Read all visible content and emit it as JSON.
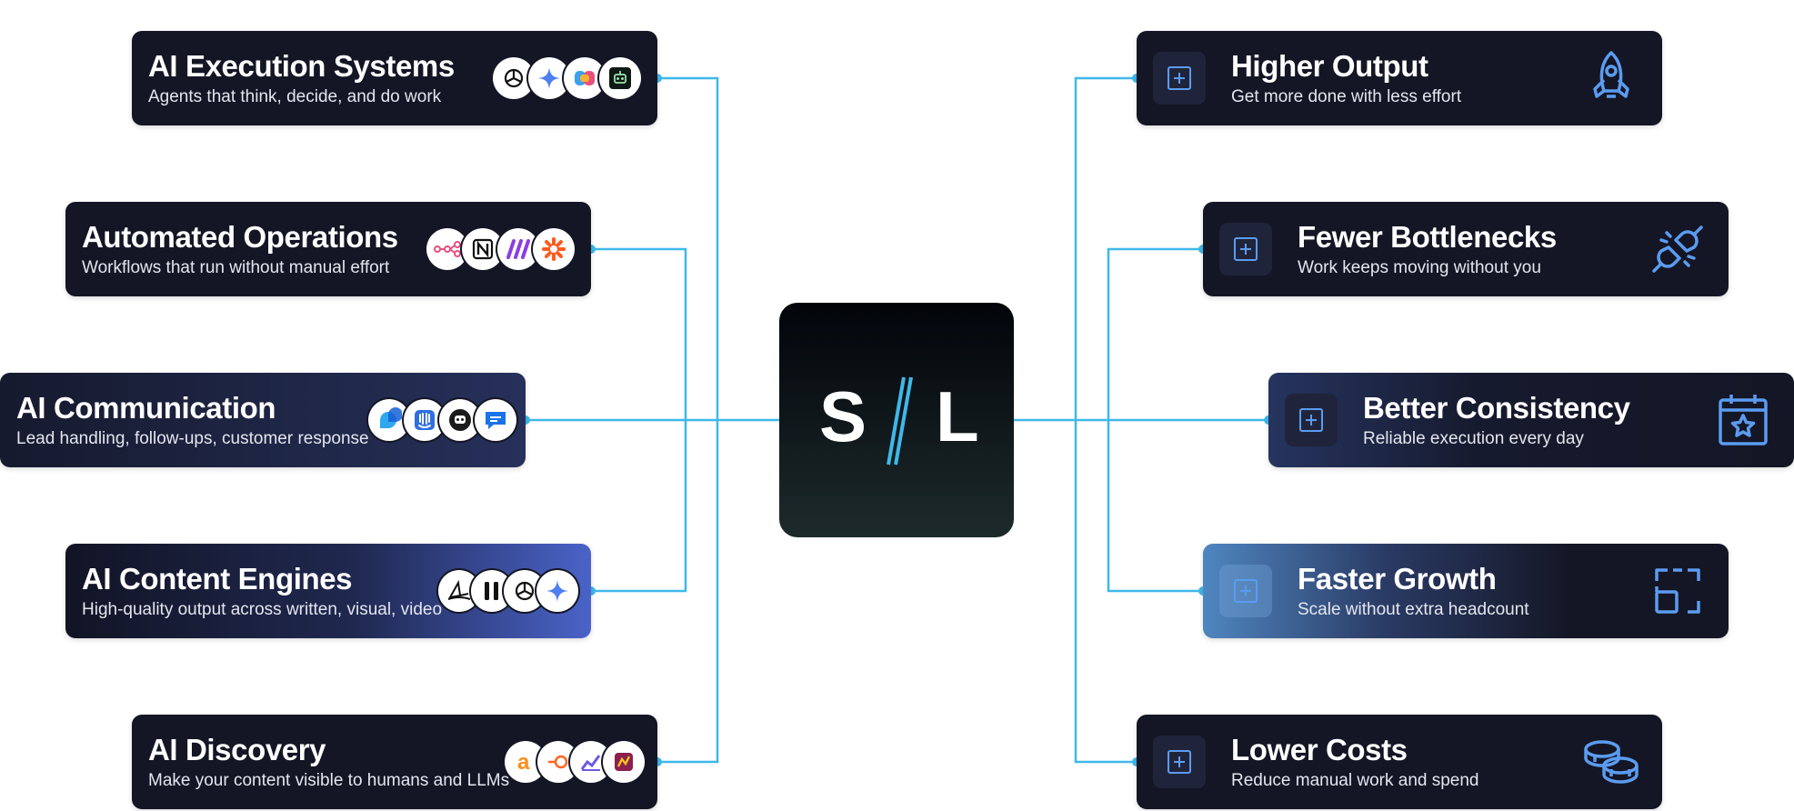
{
  "hub": {
    "letter_left": "S",
    "letter_right": "L"
  },
  "capabilities": [
    {
      "title": "AI Execution Systems",
      "subtitle": "Agents that think, decide, and do work",
      "tools": [
        "chatgpt-icon",
        "gemini-icon",
        "copilot-icon",
        "robot-icon"
      ]
    },
    {
      "title": "Automated Operations",
      "subtitle": "Workflows that run without manual effort",
      "tools": [
        "n8n-icon",
        "notion-icon",
        "make-icon",
        "zapier-icon"
      ]
    },
    {
      "title": "AI Communication",
      "subtitle": "Lead handling, follow-ups, customer response",
      "tools": [
        "chat-bubbles-icon",
        "intercom-icon",
        "chatbot-icon",
        "message-icon"
      ]
    },
    {
      "title": "AI Content Engines",
      "subtitle": "High-quality output across written, visual, video",
      "tools": [
        "midjourney-icon",
        "runway-icon",
        "chatgpt-icon",
        "gemini-icon"
      ]
    },
    {
      "title": "AI Discovery",
      "subtitle": "Make your content visible to humans and LLMs",
      "tools": [
        "ahrefs-icon",
        "semrush-icon",
        "analytics-icon",
        "rank-math-icon"
      ]
    }
  ],
  "outcomes": [
    {
      "title": "Higher Output",
      "subtitle": "Get more done with less effort",
      "icon": "rocket-icon"
    },
    {
      "title": "Fewer Bottlenecks",
      "subtitle": "Work keeps moving without you",
      "icon": "unplug-icon"
    },
    {
      "title": "Better Consistency",
      "subtitle": "Reliable execution every day",
      "icon": "calendar-star-icon"
    },
    {
      "title": "Faster Growth",
      "subtitle": "Scale without extra headcount",
      "icon": "expand-icon"
    },
    {
      "title": "Lower Costs",
      "subtitle": "Reduce manual work and spend",
      "icon": "coins-icon"
    }
  ],
  "colors": {
    "connector": "#3fb8ea",
    "card": "#141625",
    "accent_icon": "#5b9cf0",
    "hub_slash": "#3fb8ea"
  }
}
